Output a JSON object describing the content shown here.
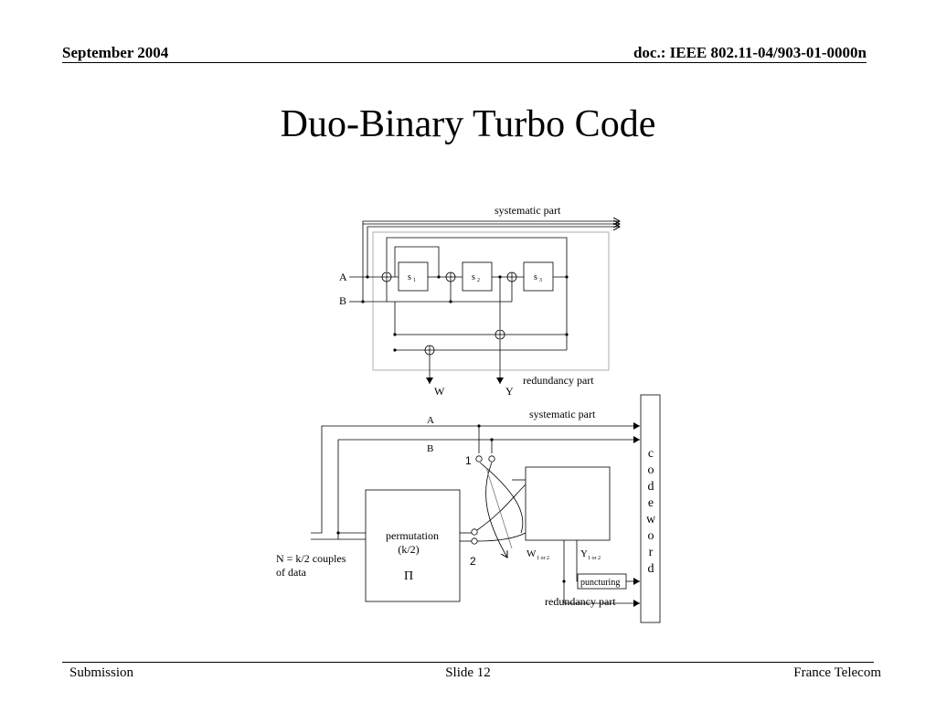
{
  "header": {
    "date": "September 2004",
    "doc_id": "doc.: IEEE 802.11-04/903-01-0000n"
  },
  "title": "Duo-Binary Turbo Code",
  "encoder": {
    "systematic_label": "systematic part",
    "input_a": "A",
    "input_b": "B",
    "s1": "s",
    "s1_sub": "1",
    "s2": "s",
    "s2_sub": "2",
    "s3": "s",
    "s3_sub": "3",
    "output_w": "W",
    "output_y": "Y",
    "redundancy_label": "redundancy part"
  },
  "turbo": {
    "systematic_label": "systematic part",
    "input_a": "A",
    "input_b": "B",
    "switch_1": "1",
    "switch_2": "2",
    "perm_line1": "permutation",
    "perm_line2": "(k/2)",
    "perm_symbol": "Π",
    "data_line1": "N = k/2 couples",
    "data_line2": "of data",
    "w_out": "W",
    "w_sub": "1 or 2",
    "y_out": "Y",
    "y_sub": "1 or 2",
    "puncturing": "puncturing",
    "redundancy_label": "redundancy part",
    "codeword": [
      "c",
      "o",
      "d",
      "e",
      "w",
      "o",
      "r",
      "d"
    ]
  },
  "footer": {
    "left": "Submission",
    "center": "Slide 12",
    "right": "France Telecom"
  }
}
